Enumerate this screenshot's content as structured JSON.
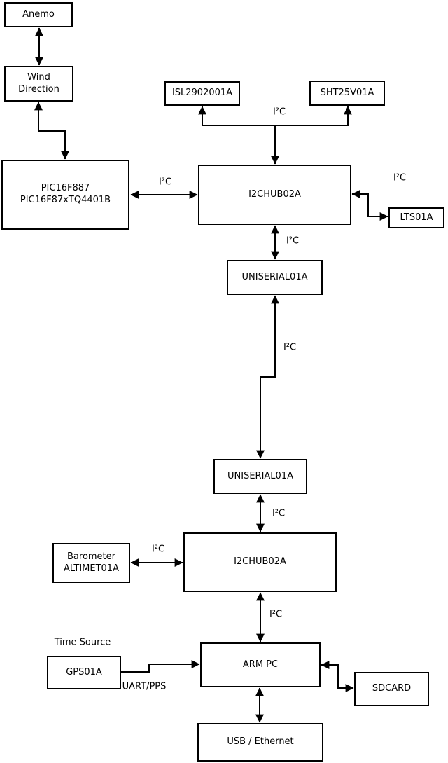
{
  "colors": {
    "background": "#ffffff",
    "line": "#000000",
    "box_fill": "#ffffff",
    "text": "#000000"
  },
  "boxes": {
    "anemo": {
      "label": "Anemo"
    },
    "wind": {
      "lines": [
        "Wind",
        "Direction"
      ]
    },
    "pic": {
      "lines": [
        "PIC16F887",
        "PIC16F87xTQ4401B"
      ]
    },
    "isl": {
      "label": "ISL2902001A"
    },
    "sht": {
      "label": "SHT25V01A"
    },
    "hub1": {
      "label": "I2CHUB02A"
    },
    "lts": {
      "label": "LTS01A"
    },
    "uniserial1": {
      "label": "UNISERIAL01A"
    },
    "uniserial2": {
      "label": "UNISERIAL01A"
    },
    "hub2": {
      "label": "I2CHUB02A"
    },
    "barometer": {
      "lines": [
        "Barometer",
        "ALTIMET01A"
      ]
    },
    "gps": {
      "label": "GPS01A"
    },
    "armpc": {
      "label": "ARM PC"
    },
    "sdcard": {
      "label": "SDCARD"
    },
    "usb": {
      "label": "USB / Ethernet"
    }
  },
  "labels": {
    "bus_pic_hub1": "I²C",
    "bus_sensors": "I²C",
    "bus_hub1_lts": "I²C",
    "bus_hub1_uniserial1": "I²C",
    "bus_backbone": "I²C",
    "bus_uniserial2_hub2": "I²C",
    "bus_barometer_hub2": "I²C",
    "bus_hub2_armpc": "I²C",
    "time_source": "Time Source",
    "uart_pps": "UART/PPS"
  }
}
